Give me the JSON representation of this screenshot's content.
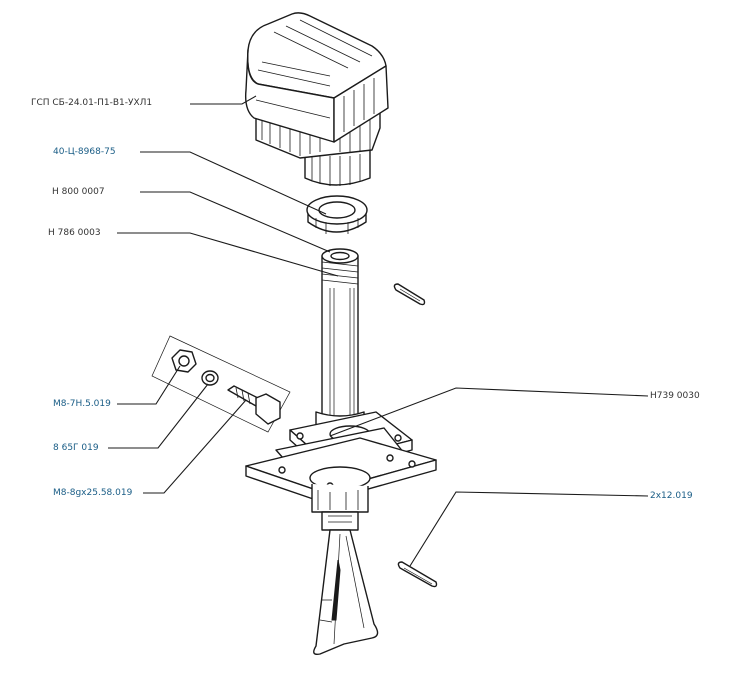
{
  "callouts": {
    "switch": {
      "text": "ГСП СБ-24.01-П1-В1-УХЛ1",
      "link": false
    },
    "nut_large": {
      "text": "40-Ц-8968-75",
      "link": true
    },
    "washer_top": {
      "text": "Н 800 0007",
      "link": false
    },
    "stem": {
      "text": "Н 786 0003",
      "link": false
    },
    "nut_small": {
      "text": "М8-7Н.5.019",
      "link": true
    },
    "spring_washer": {
      "text": "8 65Г 019",
      "link": true
    },
    "bolt": {
      "text": "М8-8gx25.58.019",
      "link": true
    },
    "bracket": {
      "text": "Н739 0030",
      "link": false
    },
    "cotter_pin": {
      "text": "2x12.019",
      "link": true
    }
  }
}
